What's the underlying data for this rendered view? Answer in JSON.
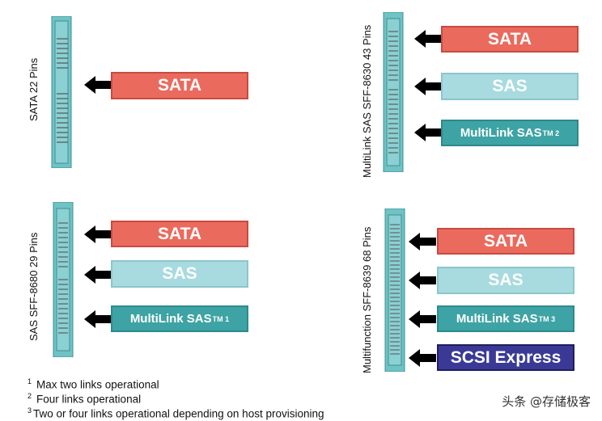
{
  "panels": [
    {
      "label": "SATA 22 Pins",
      "boxes": [
        {
          "kind": "sata",
          "text": "SATA"
        }
      ]
    },
    {
      "label": "MultiLink SAS SFF-8630 43 Pins",
      "boxes": [
        {
          "kind": "sata",
          "text": "SATA"
        },
        {
          "kind": "sas",
          "text": "SAS"
        },
        {
          "kind": "ml",
          "text": "MultiLink SAS",
          "sup": "TM 2"
        }
      ]
    },
    {
      "label": "SAS SFF-8680 29 Pins",
      "boxes": [
        {
          "kind": "sata",
          "text": "SATA"
        },
        {
          "kind": "sas",
          "text": "SAS"
        },
        {
          "kind": "ml",
          "text": "MultiLink SAS",
          "sup": "TM 1"
        }
      ]
    },
    {
      "label": "Multifunction SFF-8639 68 Pins",
      "boxes": [
        {
          "kind": "sata",
          "text": "SATA"
        },
        {
          "kind": "sas",
          "text": "SAS"
        },
        {
          "kind": "ml",
          "text": "MultiLink SAS",
          "sup": "TM 3"
        },
        {
          "kind": "scsi",
          "text": "SCSI Express"
        }
      ]
    }
  ],
  "footnotes": [
    {
      "num": "1",
      "text": "Max two links operational"
    },
    {
      "num": "2",
      "text": "Four links operational"
    },
    {
      "num": "3",
      "text": "Two or four links operational depending on host provisioning"
    }
  ],
  "watermark": "头条 @存储极客",
  "colors": {
    "sata": "#ea6b5e",
    "sas": "#a7dbdf",
    "multilink": "#3ea3a5",
    "scsi_express": "#3a3a96",
    "connector": "#6fc3c5"
  }
}
